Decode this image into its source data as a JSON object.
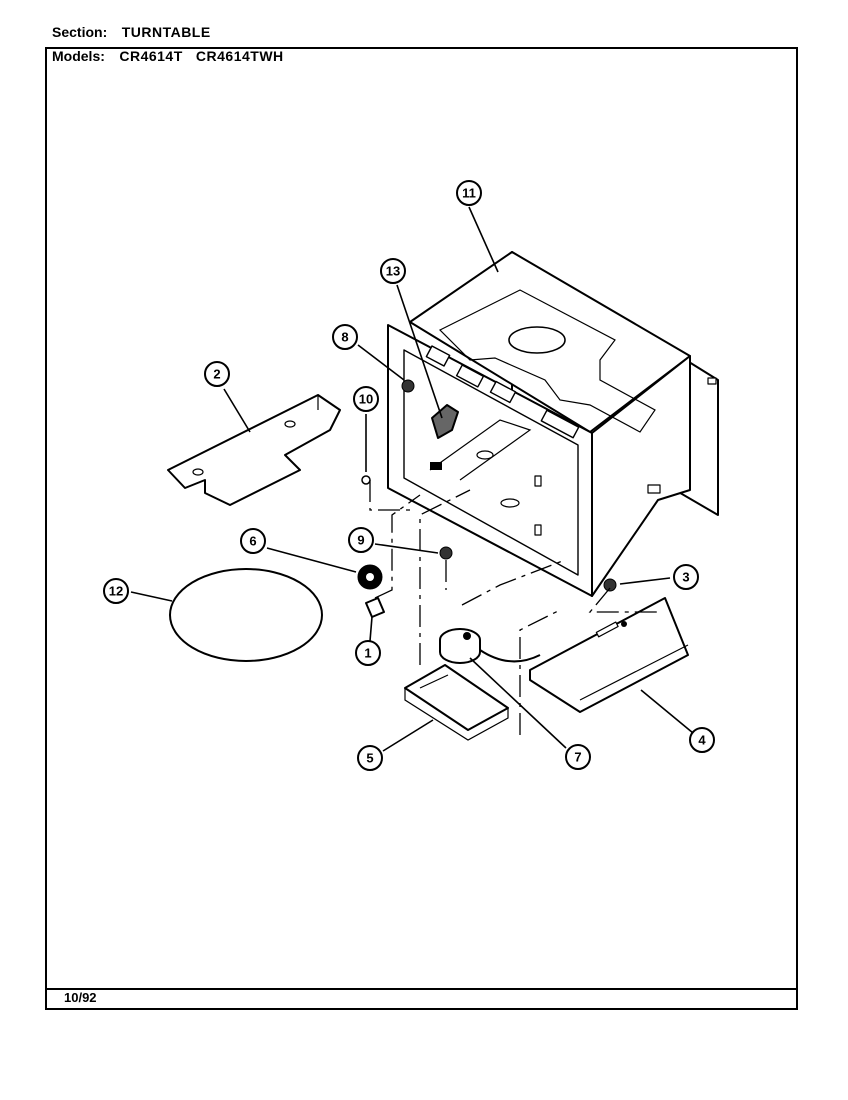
{
  "header": {
    "section_label": "Section:",
    "section_value": "TURNTABLE",
    "models_label": "Models:",
    "models_value": "CR4614T   CR4614TWH"
  },
  "footer": {
    "date": "10/92"
  },
  "callouts": [
    "1",
    "2",
    "3",
    "4",
    "5",
    "6",
    "7",
    "8",
    "9",
    "10",
    "11",
    "12",
    "13"
  ]
}
